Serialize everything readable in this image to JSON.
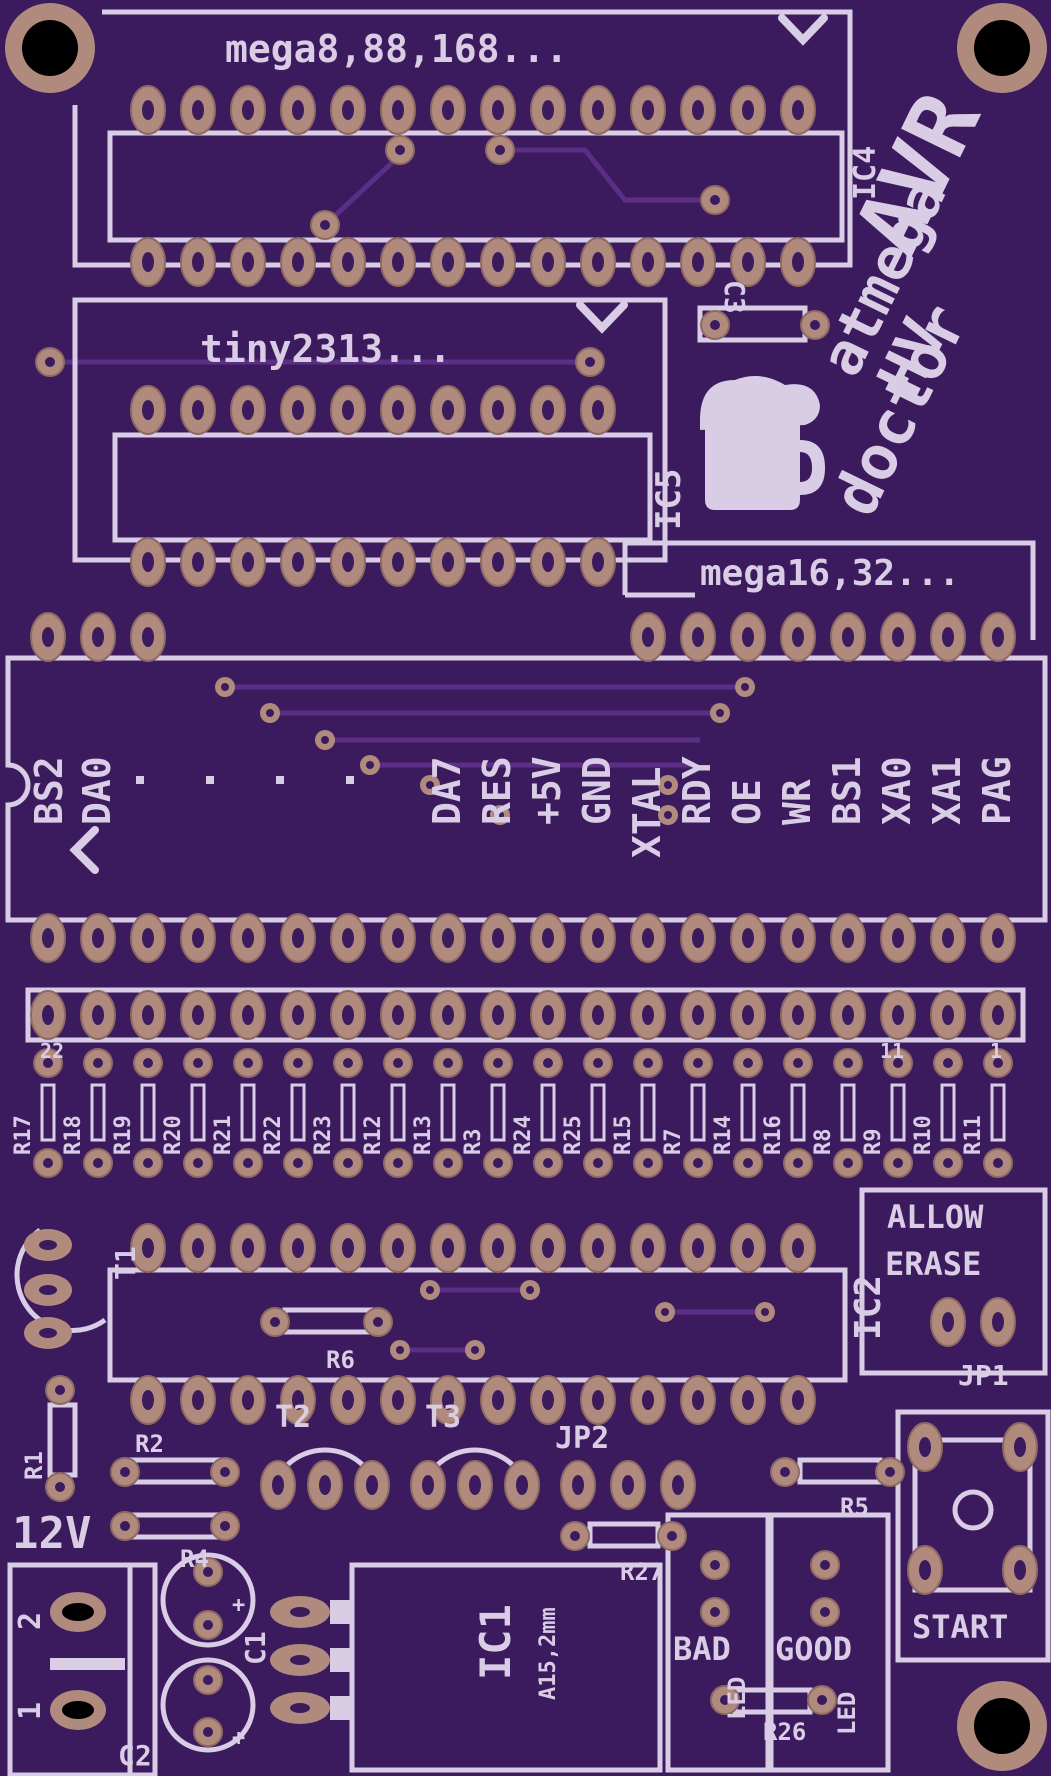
{
  "colors": {
    "board": "#3c1a5e",
    "silk": "#d9cde6",
    "pad": "#b08a7c",
    "pad_edge": "#8e6a63",
    "trace": "#5a2f85"
  },
  "labels": {
    "mega8": "mega8,88,168...",
    "tiny2313": "tiny2313...",
    "mega16": "mega16,32...",
    "avr": "AVR",
    "atmega": "atmega",
    "hv": "HV",
    "doctor": "doctor",
    "ic5": "IC5",
    "ic4": "IC4",
    "ic2": "IC2",
    "ic1": "IC1",
    "a15": "A15,2mm",
    "c3": "C3",
    "allow": "ALLOW",
    "erase": "ERASE",
    "jp1": "JP1",
    "jp2": "JP2",
    "start": "START",
    "bad": "BAD",
    "good": "GOOD",
    "led1": "LED",
    "led2": "LED",
    "r26": "R26",
    "r27": "R27",
    "r5": "R5",
    "r6": "R6",
    "r1": "R1",
    "r2": "R2",
    "r4": "R4",
    "t1": "T1",
    "t2": "T2",
    "t3": "T3",
    "c1": "C1",
    "c2": "C2",
    "v12": "12V",
    "term2": "2",
    "term1": "1",
    "one": "1",
    "eleven": "11",
    "twentytwo": "22",
    "plus1": "+",
    "plus2": "+"
  },
  "pin_labels": [
    "BS2",
    "DA0",
    "DA7",
    "RES",
    "+5V",
    "GND",
    "XTAL",
    "RDY",
    "OE",
    "WR",
    "BS1",
    "XA0",
    "XA1",
    "PAG"
  ],
  "resistors": [
    "R17",
    "R18",
    "R19",
    "R20",
    "R21",
    "R22",
    "R23",
    "R12",
    "R13",
    "R3",
    "R24",
    "R25",
    "R15",
    "R7",
    "R14",
    "R16",
    "R8",
    "R9",
    "R10",
    "R11"
  ]
}
